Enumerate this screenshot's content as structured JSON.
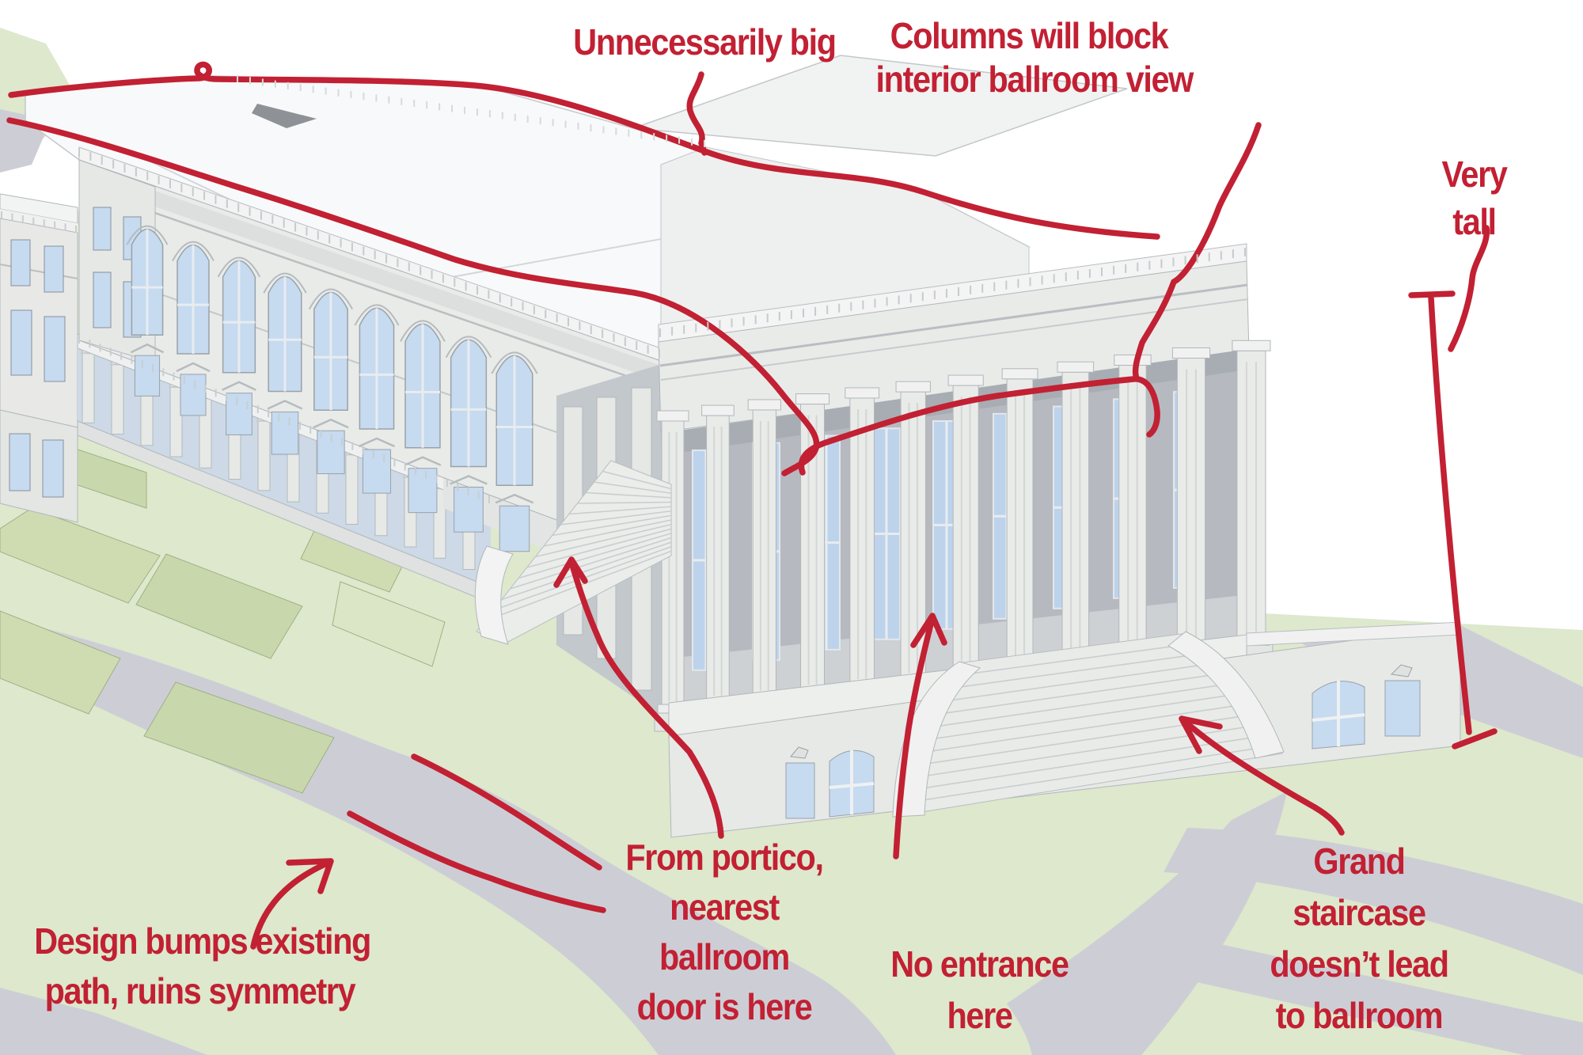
{
  "scene": {
    "subject": "3D rendering of a large neoclassical ballroom addition, marked up with red hand-drawn critique annotations",
    "marks": [
      "roof-perimeter-outline",
      "squiggle-pointer",
      "columns-pointer-stem",
      "columns-underline-brace",
      "height-measure-bracket",
      "very-tall-squiggle",
      "portico-door-arrow",
      "no-entrance-arrow",
      "grand-staircase-arrow",
      "design-path-arrow",
      "path-edge-stroke-upper",
      "path-edge-stroke-lower"
    ]
  },
  "annotations": {
    "unnecessarily_big": {
      "lines": [
        "Unnecessarily big"
      ]
    },
    "columns_block_view": {
      "lines": [
        "Columns will block",
        "interior ballroom view"
      ]
    },
    "very_tall": {
      "lines": [
        "Very",
        "tall"
      ]
    },
    "design_bumps_path": {
      "lines": [
        "Design bumps existing",
        "path, ruins symmetry"
      ]
    },
    "from_portico_door": {
      "lines": [
        "From portico,",
        "nearest",
        "ballroom",
        "door is here"
      ]
    },
    "no_entrance": {
      "lines": [
        "No entrance",
        "here"
      ]
    },
    "grand_staircase": {
      "lines": [
        "Grand",
        "staircase",
        "doesn’t lead",
        "to ballroom"
      ]
    }
  },
  "colors": {
    "annotation_red": "#c22033",
    "grass": "#dde8cd",
    "walkway_gray": "#cdced5",
    "building_wall": "#e9ebe9",
    "window_glass": "#c6daf0",
    "roof_white": "#f8f9fa"
  }
}
